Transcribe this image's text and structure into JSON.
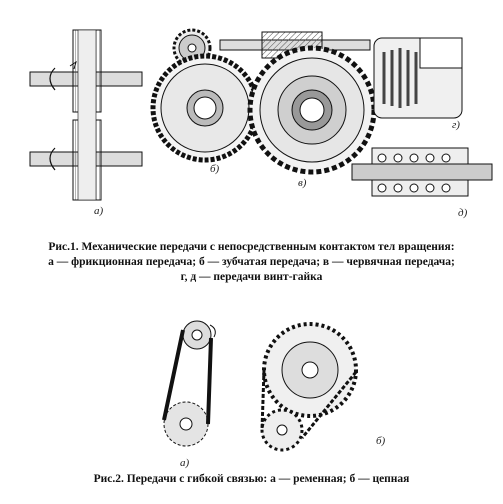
{
  "figure1": {
    "labels": {
      "a": "а)",
      "b": "б)",
      "v": "в)",
      "g": "г)",
      "d": "д)"
    },
    "caption_line1": "Рис.1. Механические передачи с непосредственным контактом тел вращения:",
    "caption_line2": "а — фрикционная передача; б — зубчатая передача; в — червячная передача;",
    "caption_line3": "г, д — передачи винт-гайка"
  },
  "figure2": {
    "labels": {
      "a": "а)",
      "b": "б)"
    },
    "caption": "Рис.2. Передачи с гибкой связью: а — ременная; б — цепная"
  }
}
